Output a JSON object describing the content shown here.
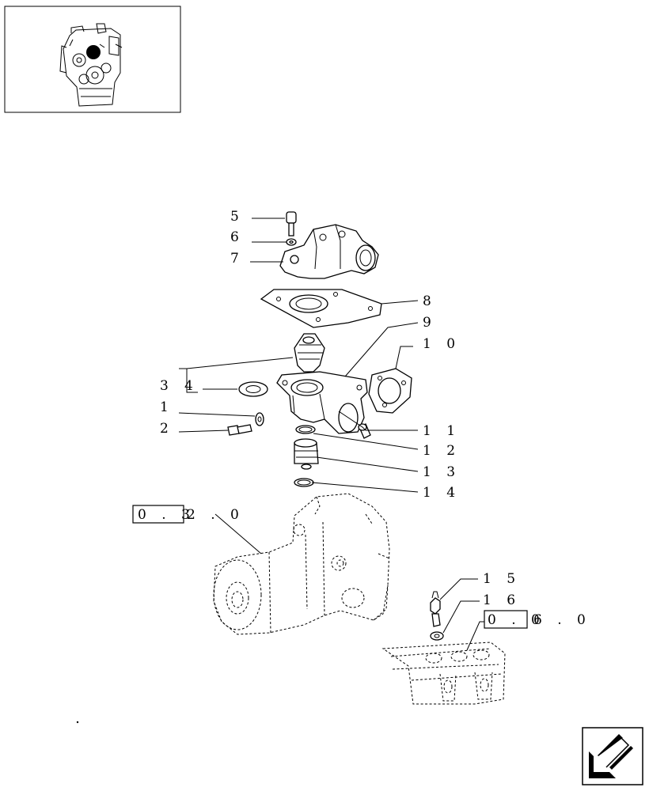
{
  "callouts": {
    "c1": "1",
    "c2": "2",
    "c3": "3",
    "c4": "4",
    "c5": "5",
    "c6": "6",
    "c7": "7",
    "c8": "8",
    "c9": "9",
    "c10": "1 0",
    "c11": "1 1",
    "c12": "1 2",
    "c13": "1 3",
    "c14": "1 4",
    "c15": "1 5",
    "c16": "1 6"
  },
  "references": {
    "ref_a_boxed": "0 . 3",
    "ref_a_rest": "2 . 0",
    "ref_b_boxed": "0 . 0",
    "ref_b_rest": "6 . 0"
  },
  "thumbnail": {
    "highlight_color": "#000000"
  },
  "nav": {
    "icon": "arrow-down-left-icon"
  }
}
